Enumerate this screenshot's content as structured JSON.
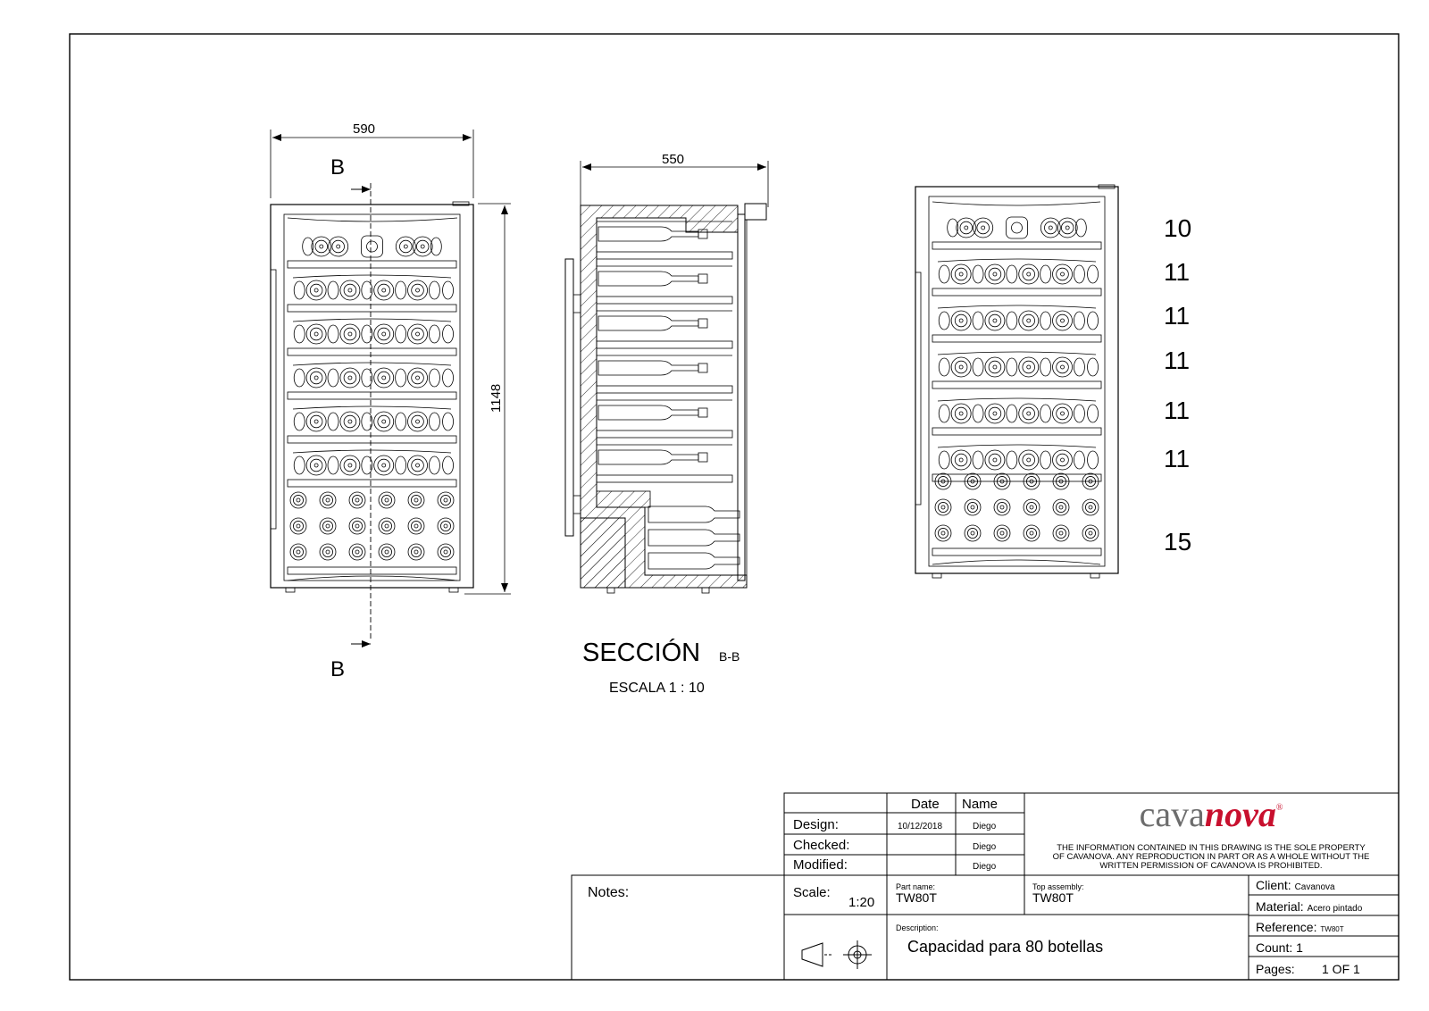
{
  "front_view": {
    "width_dim": "590",
    "height_dim": "1148",
    "section_label_top": "B",
    "section_label_bottom": "B"
  },
  "side_section": {
    "depth_dim": "550",
    "title": "SECCIÓN",
    "title_suffix": "B-B",
    "scale_text": "ESCALA 1 : 10"
  },
  "capacity_view": {
    "shelf_counts": [
      "10",
      "11",
      "11",
      "11",
      "11",
      "11",
      "15"
    ]
  },
  "title_block": {
    "headers": {
      "date": "Date",
      "name": "Name"
    },
    "design": {
      "label": "Design:",
      "date": "10/12/2018",
      "name": "Diego"
    },
    "checked": {
      "label": "Checked:",
      "date": "",
      "name": "Diego"
    },
    "modified": {
      "label": "Modified:",
      "date": "",
      "name": "Diego"
    },
    "logo_plain": "cava",
    "logo_italic": "nova",
    "logo_mark": "®",
    "disclaimer": [
      "THE INFORMATION CONTAINED IN THIS DRAWING IS THE SOLE PROPERTY",
      "OF CAVANOVA. ANY REPRODUCTION IN PART OR AS A WHOLE WITHOUT THE",
      "WRITTEN PERMISSION OF CAVANOVA  IS PROHIBITED."
    ],
    "notes_label": "Notes:",
    "scale_label": "Scale:",
    "scale_value": "1:20",
    "part_name_label": "Part name:",
    "part_name_value": "TW80T",
    "top_assembly_label": "Top assembly:",
    "top_assembly_value": "TW80T",
    "description_label": "Description:",
    "description_value": "Capacidad para 80 botellas",
    "client_label": "Client:",
    "client_value": "Cavanova",
    "material_label": "Material:",
    "material_value": "Acero pintado",
    "reference_label": "Reference:",
    "reference_value": "TW80T",
    "count_label": "Count:",
    "count_value": "1",
    "pages_label": "Pages:",
    "pages_value": "1 OF 1"
  },
  "colors": {
    "line": "#000000",
    "logo_gray": "#6d6d6d",
    "logo_red": "#c8102e"
  },
  "icons": [
    "projection-symbol-icon"
  ]
}
